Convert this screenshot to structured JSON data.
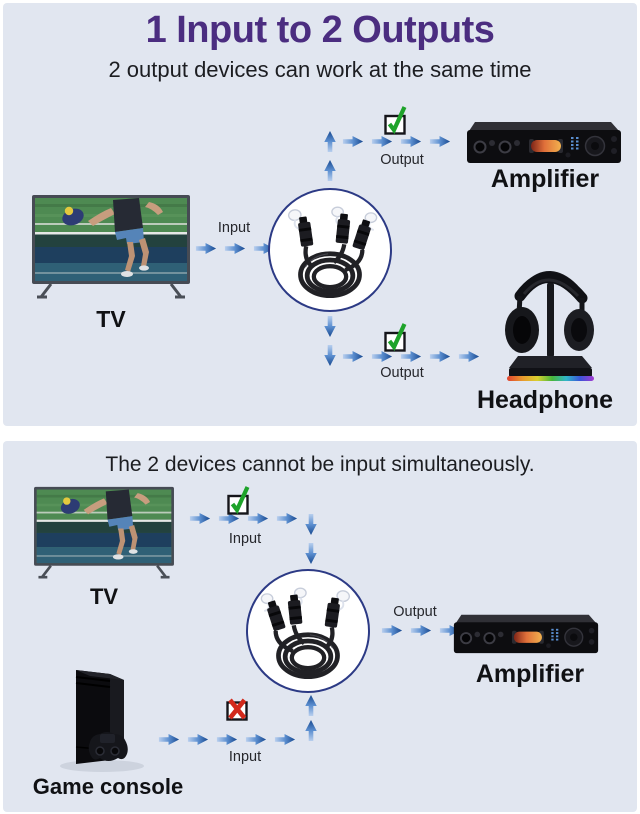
{
  "colors": {
    "page-bg": "#ffffff",
    "panel-bg": "#e1e6f0",
    "title-purple": "#4b2d80",
    "text-dark": "#1c1d21",
    "arrow-blue": "#17488f",
    "arrow-blue-light": "#b9cfee",
    "check-green": "#1ea32a",
    "cross-red": "#d2291b",
    "circle-border": "#2c3a85"
  },
  "panel_top": {
    "title": "1 Input to 2 Outputs",
    "subtitle": "2 output devices can work at the same time",
    "tv_label": "TV",
    "input_label": "Input",
    "output_amplifier_label": "Output",
    "output_headphone_label": "Output",
    "amplifier_label": "Amplifier",
    "headphone_label": "Headphone"
  },
  "panel_bottom": {
    "title": "The 2 devices cannot be input simultaneously.",
    "tv_label": "TV",
    "tv_input_label": "Input",
    "console_input_label": "Input",
    "output_label": "Output",
    "amplifier_label": "Amplifier",
    "game_console_label": "Game console"
  }
}
